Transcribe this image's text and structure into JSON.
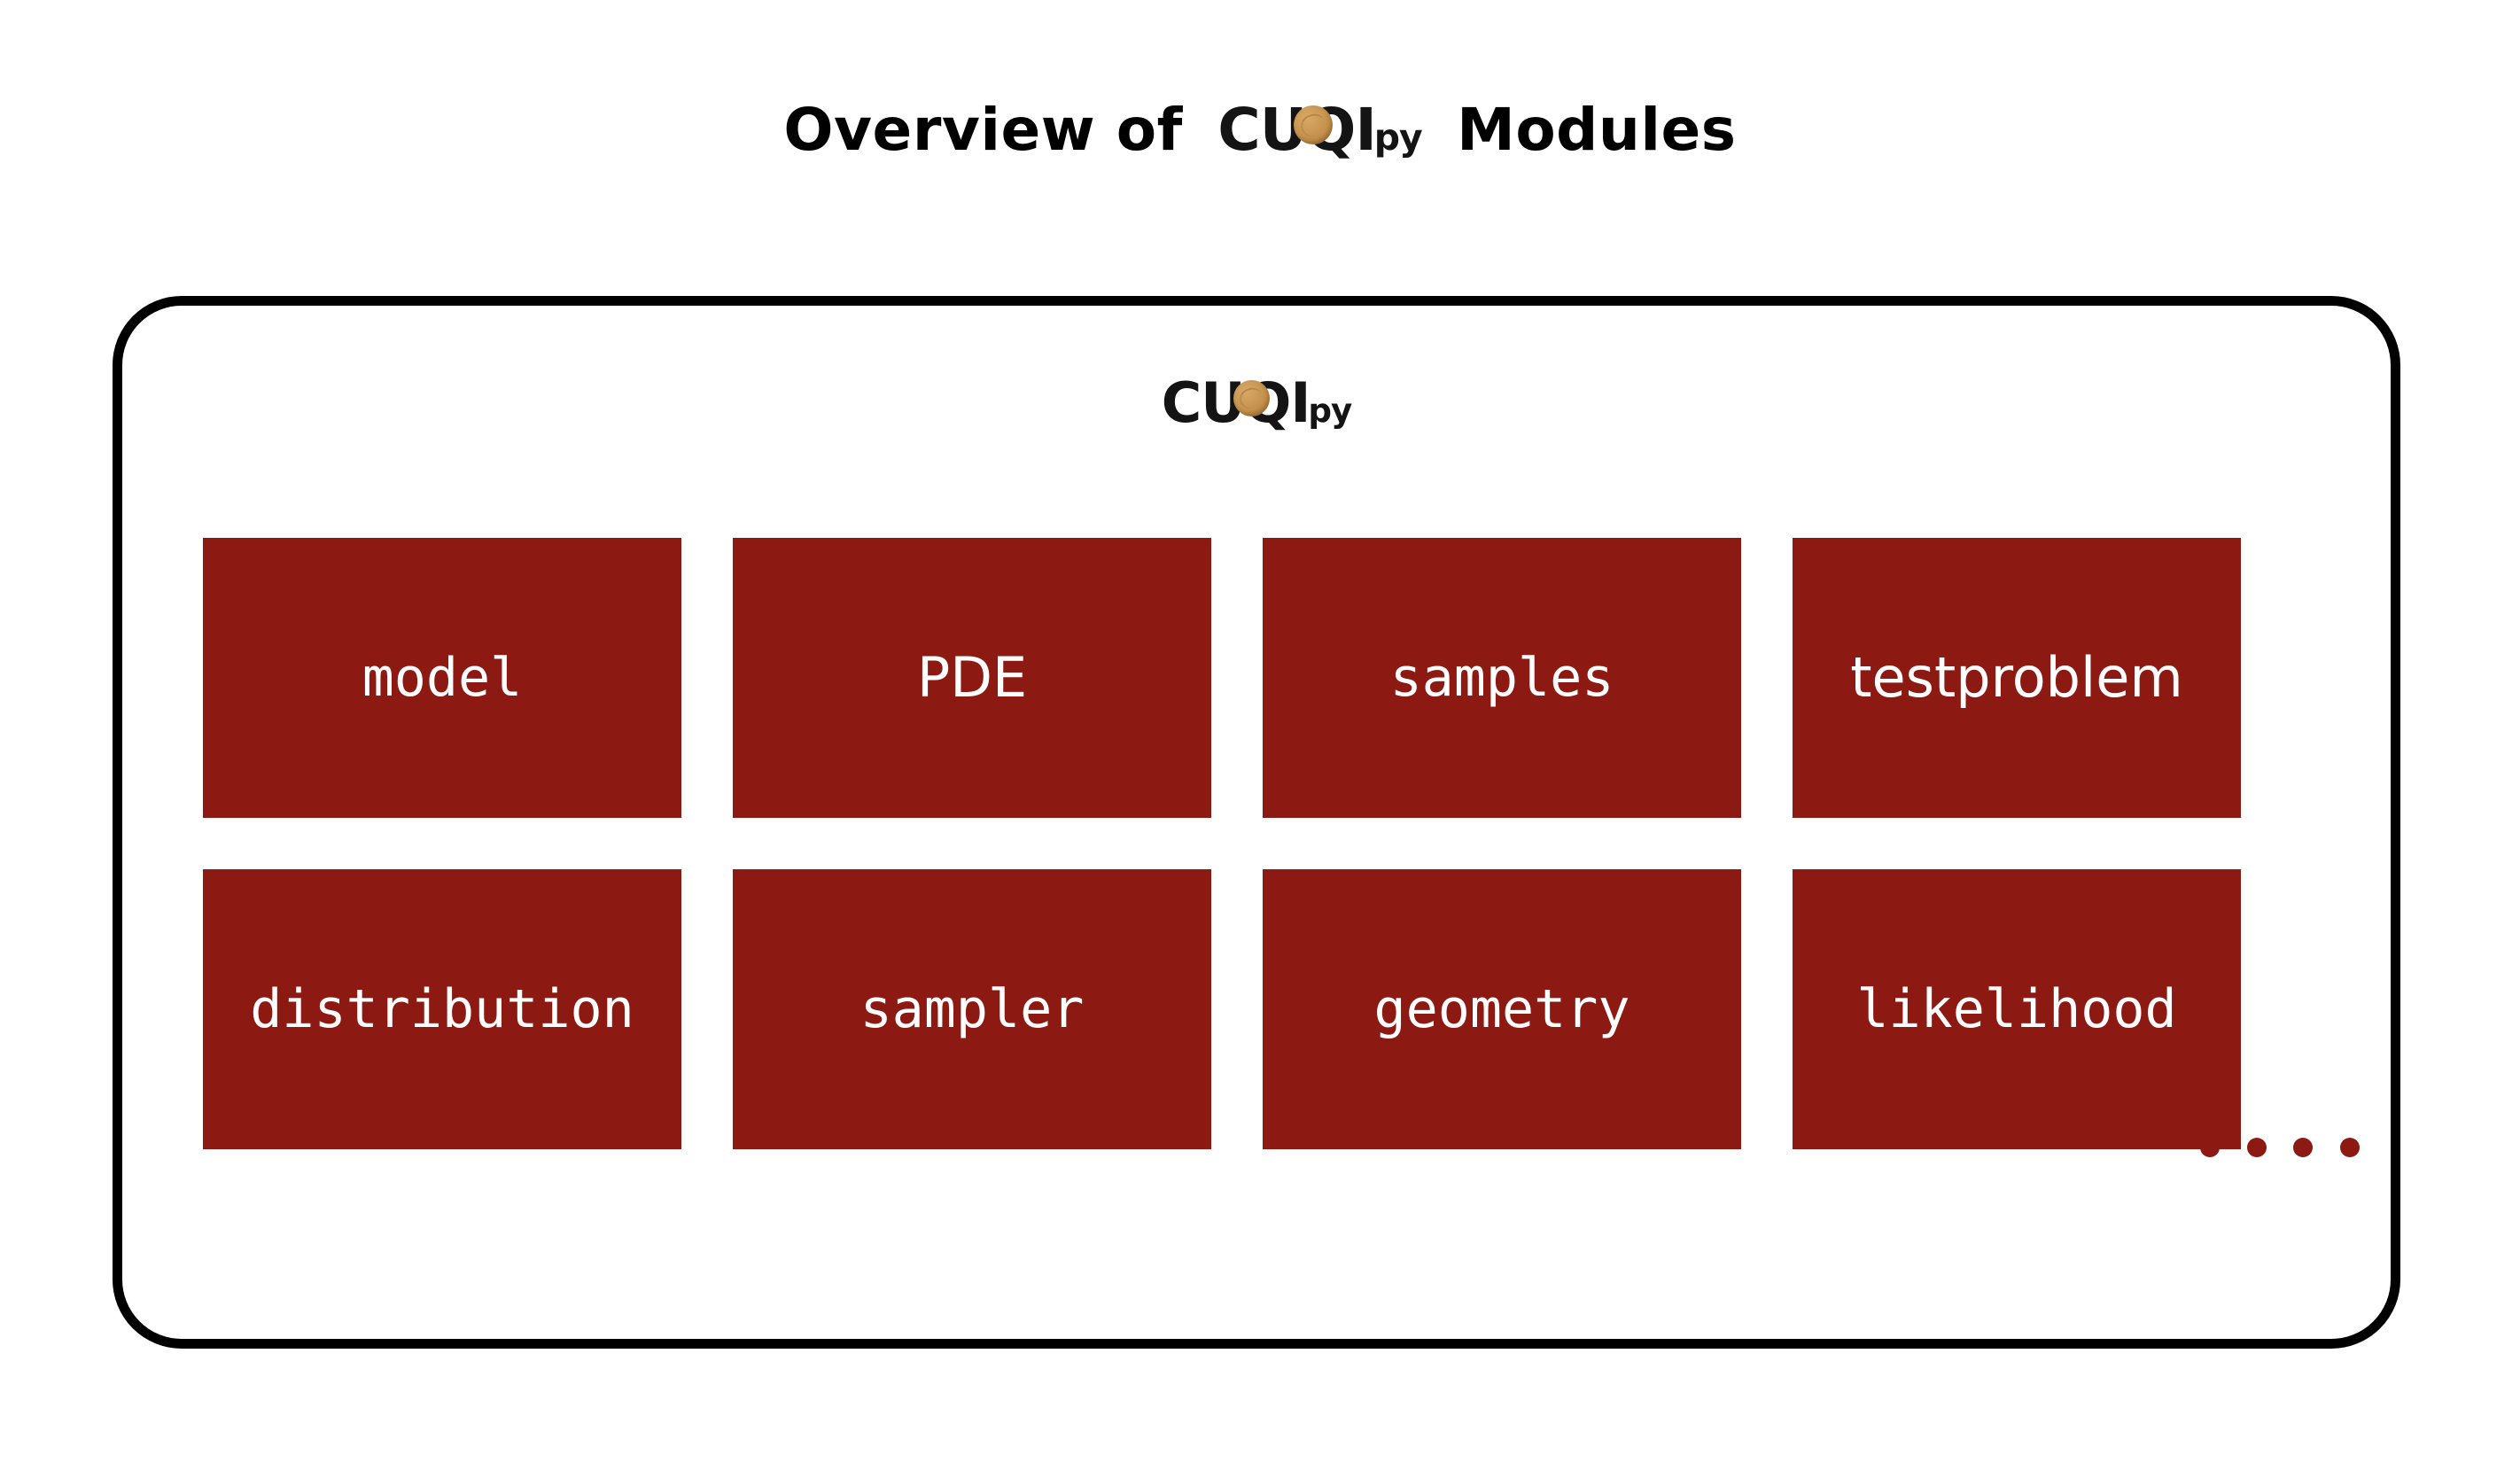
{
  "page": {
    "title_prefix": "Overview of",
    "title_suffix": "Modules",
    "background_color": "#ffffff"
  },
  "logo": {
    "name": "cuqipy-logo",
    "text_main": "CUQI",
    "text_suffix": "py",
    "disc_color": "#c99552",
    "text_color": "#141414"
  },
  "container": {
    "name": "cuqipy-modules-container",
    "border_color": "#000000",
    "heading_logo_main": "CUQI",
    "heading_logo_suffix": "py"
  },
  "modules": {
    "box_color": "#8d1a12",
    "label_color": "#ffffff",
    "rows": [
      {
        "name": "module-row-1",
        "boxes": [
          {
            "label": "model",
            "font": "mono"
          },
          {
            "label": "PDE",
            "font": "sans"
          },
          {
            "label": "samples",
            "font": "mono"
          },
          {
            "label": "testproblem",
            "font": "sans"
          }
        ]
      },
      {
        "name": "module-row-2",
        "boxes": [
          {
            "label": "distribution",
            "font": "mono"
          },
          {
            "label": "sampler",
            "font": "mono"
          },
          {
            "label": "geometry",
            "font": "mono"
          },
          {
            "label": "likelihood",
            "font": "mono"
          }
        ]
      }
    ]
  },
  "ellipsis": {
    "name": "more-modules-ellipsis",
    "dot_count": 4,
    "dot_color": "#8d1a12"
  }
}
